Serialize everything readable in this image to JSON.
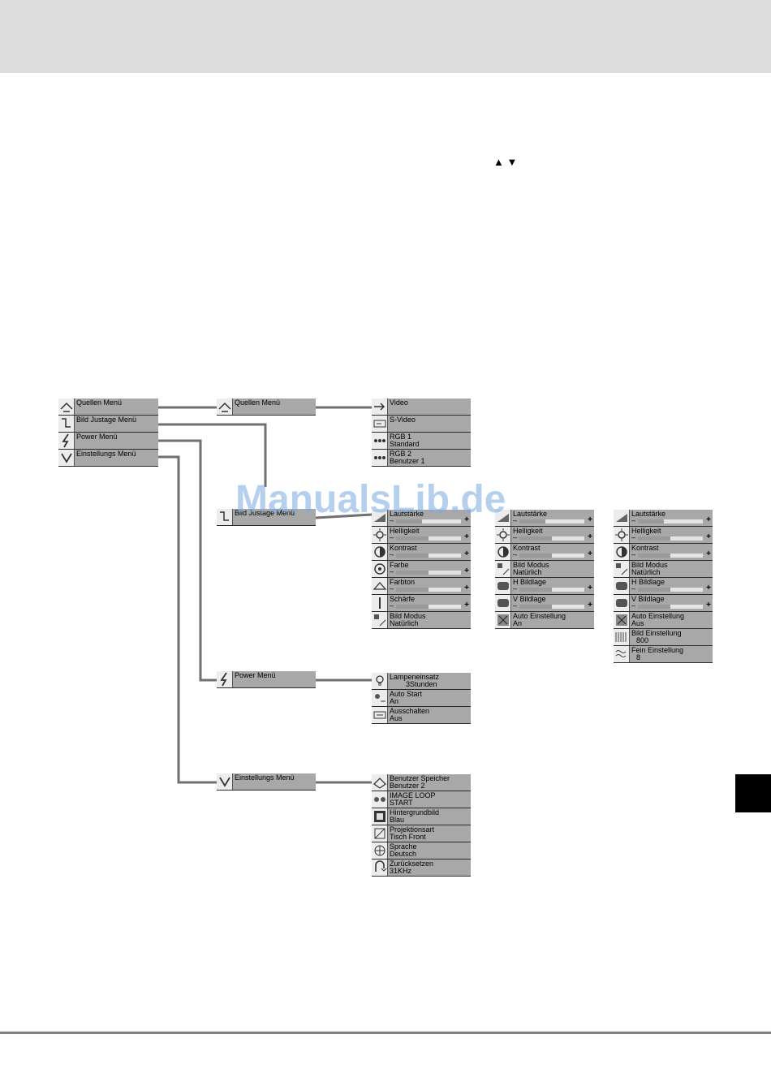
{
  "header": {},
  "nav_arrows": "▲ ▼",
  "watermark": "ManualsLib.de",
  "main_menu": [
    {
      "label": "Quellen Menü",
      "icon": "source-icon"
    },
    {
      "label": "Bild Justage Menü",
      "icon": "picture-adjust-icon"
    },
    {
      "label": "Power Menü",
      "icon": "power-icon"
    },
    {
      "label": "Einstellungs Menü",
      "icon": "setup-icon"
    }
  ],
  "submenu_titles": {
    "source": "Quellen Menü",
    "picture": "Bild Justage Menü",
    "power": "Power Menü",
    "setup": "Einstellungs Menü"
  },
  "source_menu": [
    {
      "label": "Video",
      "icon": "video-input-icon"
    },
    {
      "label": "S-Video",
      "icon": "svideo-input-icon"
    },
    {
      "label": "RGB 1",
      "sub": "Standard",
      "icon": "rgb-input-icon"
    },
    {
      "label": "RGB 2",
      "sub": "Benutzer 1",
      "icon": "rgb-input-icon"
    }
  ],
  "picture_video": [
    {
      "label": "Lautstärke",
      "icon": "volume-icon",
      "level": 0.4
    },
    {
      "label": "Helligkeit",
      "icon": "brightness-icon",
      "level": 0.5
    },
    {
      "label": "Kontrast",
      "icon": "contrast-icon",
      "level": 0.5
    },
    {
      "label": "Farbe",
      "icon": "color-icon",
      "level": 0.5
    },
    {
      "label": "Farbton",
      "icon": "tint-icon",
      "level": 0.5
    },
    {
      "label": "Schärfe",
      "icon": "sharpness-icon",
      "level": 0.5
    },
    {
      "label": "Bild Modus",
      "sub": "Natürlich",
      "icon": "picture-mode-icon"
    }
  ],
  "picture_rgb1": [
    {
      "label": "Lautstärke",
      "icon": "volume-icon",
      "level": 0.4
    },
    {
      "label": "Helligkeit",
      "icon": "brightness-icon",
      "level": 0.5
    },
    {
      "label": "Kontrast",
      "icon": "contrast-icon",
      "level": 0.5
    },
    {
      "label": "Bild Modus",
      "sub": "Natürlich",
      "icon": "picture-mode-icon"
    },
    {
      "label": "H Bildlage",
      "icon": "h-position-icon",
      "level": 0.5
    },
    {
      "label": "V Bildlage",
      "icon": "v-position-icon",
      "level": 0.5
    },
    {
      "label": "Auto Einstellung",
      "sub": "An",
      "icon": "auto-adjust-icon"
    }
  ],
  "picture_rgb2": [
    {
      "label": "Lautstärke",
      "icon": "volume-icon",
      "level": 0.4
    },
    {
      "label": "Helligkeit",
      "icon": "brightness-icon",
      "level": 0.5
    },
    {
      "label": "Kontrast",
      "icon": "contrast-icon",
      "level": 0.5
    },
    {
      "label": "Bild Modus",
      "sub": "Natürlich",
      "icon": "picture-mode-icon"
    },
    {
      "label": "H Bildlage",
      "icon": "h-position-icon",
      "level": 0.5
    },
    {
      "label": "V Bildlage",
      "icon": "v-position-icon",
      "level": 0.5
    },
    {
      "label": "Auto Einstellung",
      "sub": "Aus",
      "icon": "auto-adjust-icon"
    },
    {
      "label": "Bild Einstellung",
      "sub": "800",
      "icon": "phase-icon"
    },
    {
      "label": "Fein Einstellung",
      "sub": "8",
      "icon": "fine-adjust-icon"
    }
  ],
  "power_menu": [
    {
      "label": "Lampeneinsatz",
      "sub": "3Stunden",
      "icon": "lamp-icon"
    },
    {
      "label": "Auto Start",
      "sub": "An",
      "icon": "auto-start-icon"
    },
    {
      "label": "Ausschalten",
      "sub": "Aus",
      "icon": "power-off-icon"
    }
  ],
  "setup_menu": [
    {
      "label": "Benutzer Speicher",
      "sub": "Benutzer 2",
      "icon": "user-memory-icon"
    },
    {
      "label": "IMAGE LOOP",
      "sub": "START",
      "icon": "image-loop-icon"
    },
    {
      "label": "Hintergrundbild",
      "sub": "Blau",
      "icon": "background-icon"
    },
    {
      "label": "Projektionsart",
      "sub": "Tisch Front",
      "icon": "projection-icon"
    },
    {
      "label": "Sprache",
      "sub": "Deutsch",
      "icon": "language-icon"
    },
    {
      "label": "Zurücksetzen",
      "sub": "31KHz",
      "icon": "reset-icon"
    }
  ]
}
